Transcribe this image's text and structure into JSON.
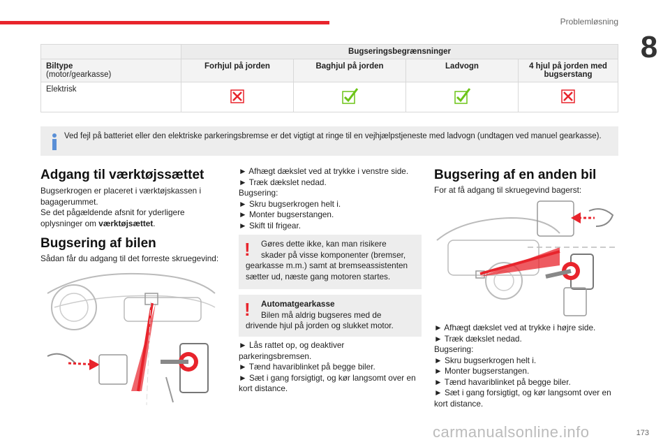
{
  "header": {
    "section": "Problemløsning",
    "chapter": "8"
  },
  "table": {
    "group_header": "Bugseringsbegrænsninger",
    "first_col_label": "Biltype",
    "first_col_note": "(motor/gearkasse)",
    "columns": [
      "Forhjul på jorden",
      "Baghjul på jorden",
      "Ladvogn",
      "4 hjul på jorden med bugserstang"
    ],
    "rows": [
      {
        "label": "Elektrisk",
        "cells": [
          "cross",
          "check",
          "check",
          "cross"
        ]
      }
    ],
    "colors": {
      "cross": "#e8242c",
      "check": "#6cc417"
    }
  },
  "info_note": "Ved fejl på batteriet eller den elektriske parkeringsbremse er det vigtigt at ringe til en vejhjælpstjeneste med ladvogn (undtagen ved manuel gearkasse).",
  "col1": {
    "h1": "Adgang til værktøjssættet",
    "p1_line1": "Bugserkrogen er placeret i værktøjskassen i",
    "p1_line2": "bagagerummet.",
    "p1_line3": "Se det pågældende afsnit for yderligere",
    "p1_line4_pre": "oplysninger om ",
    "p1_line4_bold": "værktøjsættet",
    "p1_line4_post": ".",
    "h2": "Bugsering af bilen",
    "p2": "Sådan får du adgang til det forreste skruegevind:"
  },
  "col2": {
    "l1": "► Afhægt dækslet ved at trykke i venstre side.",
    "l2": "► Træk dækslet nedad.",
    "l3": "Bugsering:",
    "l4": "► Skru bugserkrogen helt i.",
    "l5": "► Monter bugserstangen.",
    "l6": "► Skift til frigear.",
    "warn1_l1": "Gøres dette ikke, kan man risikere",
    "warn1_l2": "skader på visse komponenter (bremser,",
    "warn1_l3": "gearkasse m.m.) samt at bremseassistenten",
    "warn1_l4": "sætter ud, næste gang motoren startes.",
    "warn2_title": "Automatgearkasse",
    "warn2_l1": "Bilen må aldrig bugseres med de",
    "warn2_l2": "drivende hjul på jorden og slukket motor.",
    "m1": "► Lås rattet op, og deaktiver",
    "m2": "parkeringsbremsen.",
    "m3": "► Tænd havariblinket på begge biler.",
    "m4": "► Sæt i gang forsigtigt, og kør langsomt over en",
    "m5": "kort distance."
  },
  "col3": {
    "h1": "Bugsering af en anden bil",
    "p1": "For at få adgang til skruegevind bagerst:",
    "l1": "► Afhægt dækslet ved at trykke i højre side.",
    "l2": "► Træk dækslet nedad.",
    "l3": "Bugsering:",
    "l4": "► Skru bugserkrogen helt i.",
    "l5": "► Monter bugserstangen.",
    "l6": "► Tænd havariblinket på begge biler.",
    "l7": "► Sæt i gang forsigtigt, og kør langsomt over en",
    "l8": "kort distance."
  },
  "footer": {
    "page_number": "173",
    "watermark": "carmanualsonline.info"
  }
}
